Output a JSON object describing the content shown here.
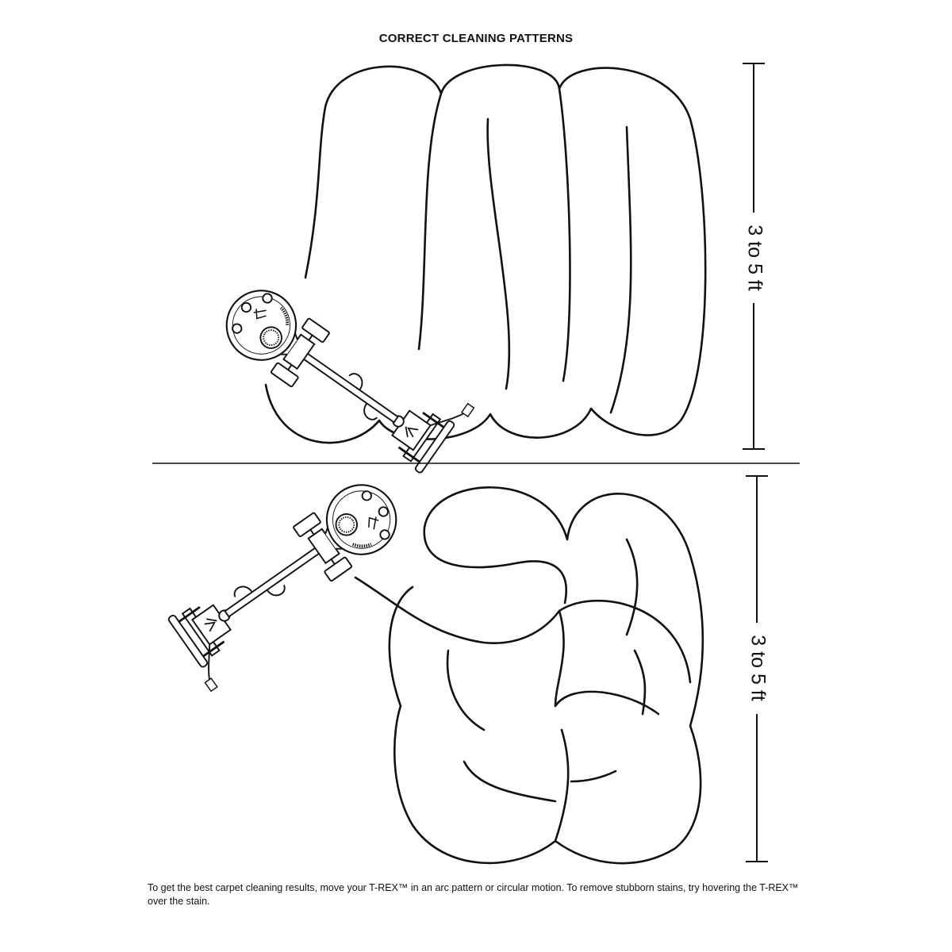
{
  "title": "CORRECT CLEANING PATTERNS",
  "panels": [
    {
      "pattern": "arc",
      "dimension_label": "3 to 5 ft"
    },
    {
      "pattern": "circular",
      "dimension_label": "3 to 5 ft"
    }
  ],
  "caption": "To get the best carpet cleaning results, move your T-REX™ in an arc pattern or circular motion. To remove stubborn stains, try hovering the T-REX™ over the stain.",
  "colors": {
    "line": "#111111",
    "background": "#ffffff"
  }
}
